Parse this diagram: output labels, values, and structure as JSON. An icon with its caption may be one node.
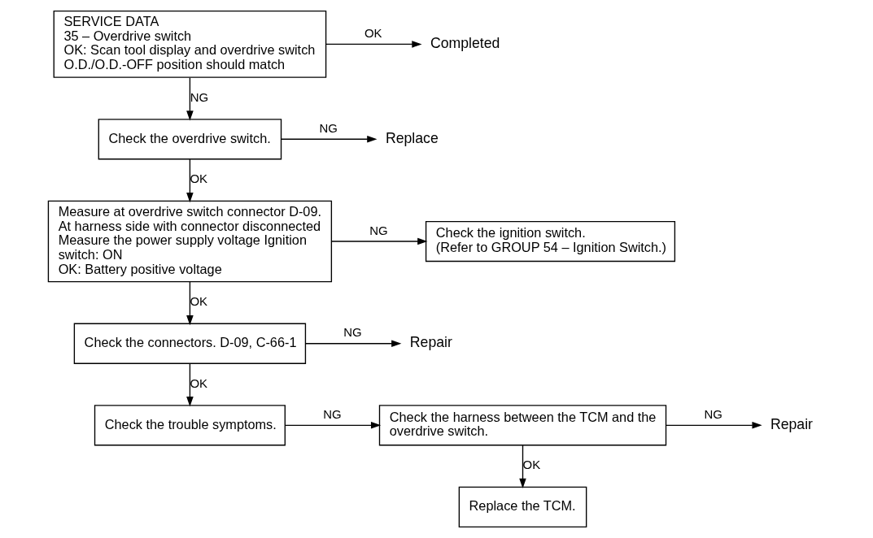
{
  "diagram": {
    "nodes": [
      {
        "text": [
          "SERVICE DATA",
          "35 – Overdrive switch",
          "OK: Scan tool display and overdrive switch O.D./O.D.-OFF position should match"
        ]
      },
      {
        "text": [
          "Completed"
        ]
      },
      {
        "text": [
          "Check the overdrive switch."
        ]
      },
      {
        "text": [
          "Replace"
        ]
      },
      {
        "text": [
          "Measure at overdrive switch connector D-09.",
          "At harness side with connector disconnected",
          "Measure the power supply voltage Ignition switch: ON",
          "OK: Battery positive voltage"
        ]
      },
      {
        "text": [
          "Check the ignition switch.",
          "(Refer to GROUP 54 – Ignition Switch.)"
        ]
      },
      {
        "text": [
          "Check the connectors. D-09, C-66-1"
        ]
      },
      {
        "text": [
          "Repair"
        ]
      },
      {
        "text": [
          "Check the trouble symptoms."
        ]
      },
      {
        "text": [
          "Check the harness between the TCM and the overdrive switch."
        ]
      },
      {
        "text": [
          "Repair"
        ]
      },
      {
        "text": [
          "Replace the TCM."
        ]
      }
    ],
    "edges": [
      {
        "from": 0,
        "to": 1,
        "arrow": "to",
        "label": "OK"
      },
      {
        "from": 0,
        "to": 2,
        "arrow": "to",
        "label": "NG"
      },
      {
        "from": 2,
        "to": 3,
        "arrow": "to",
        "label": "NG"
      },
      {
        "from": 2,
        "to": 4,
        "arrow": "to",
        "label": "OK"
      },
      {
        "from": 4,
        "to": 5,
        "arrow": "to",
        "label": "NG"
      },
      {
        "from": 4,
        "to": 6,
        "arrow": "to",
        "label": "OK"
      },
      {
        "from": 6,
        "to": 7,
        "arrow": "to",
        "label": "NG"
      },
      {
        "from": 6,
        "to": 8,
        "arrow": "to",
        "label": "OK"
      },
      {
        "from": 8,
        "to": 9,
        "arrow": "to",
        "label": "NG"
      },
      {
        "from": 9,
        "to": 10,
        "arrow": "to",
        "label": "NG"
      },
      {
        "from": 9,
        "to": 11,
        "arrow": "to",
        "label": "OK"
      }
    ]
  }
}
